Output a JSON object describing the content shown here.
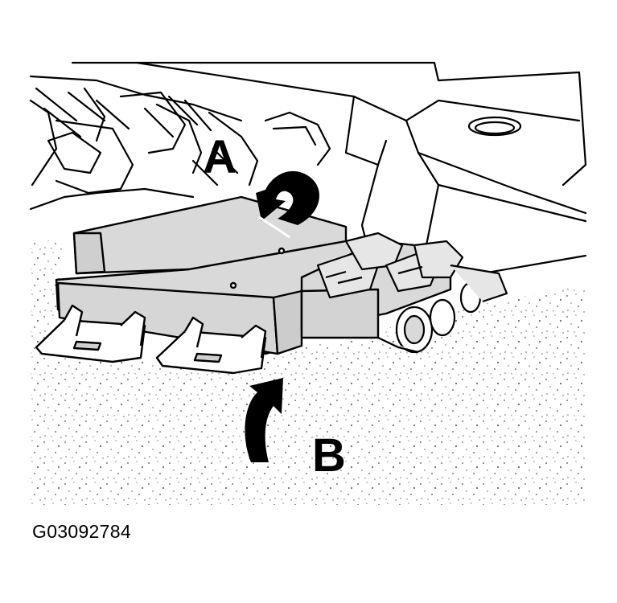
{
  "figure": {
    "id": "G03092784",
    "callouts": {
      "a": "A",
      "b": "B"
    }
  },
  "colors": {
    "line": "#000000",
    "module_fill": "#d9d9d9",
    "background": "#ffffff",
    "speckle": "#7a7a7a"
  }
}
